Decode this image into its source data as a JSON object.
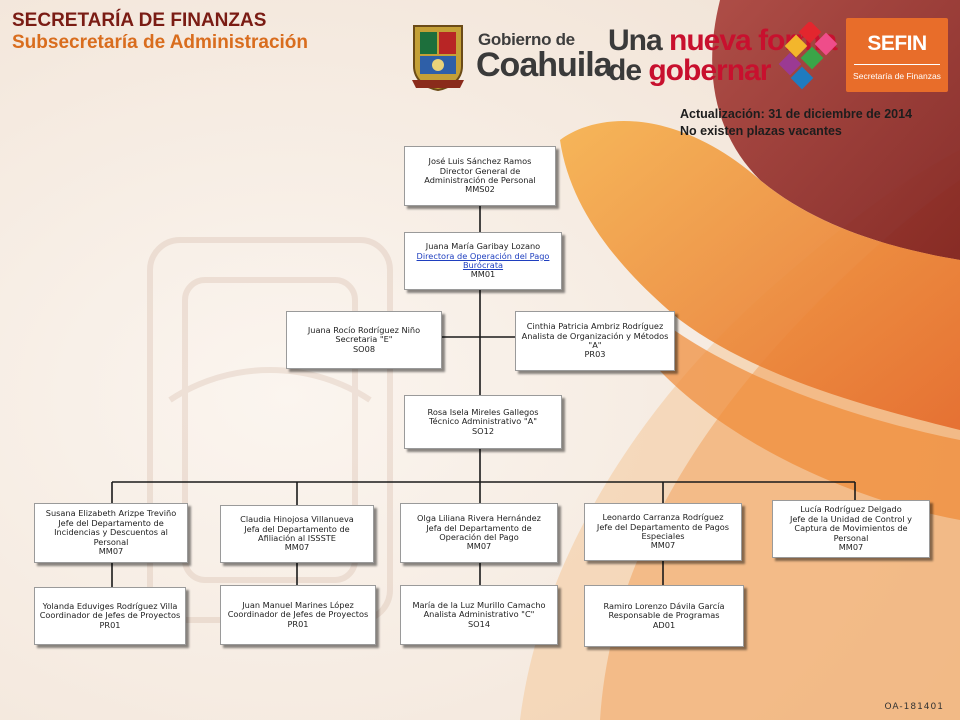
{
  "header": {
    "title": "SECRETARÍA DE FINANZAS",
    "subtitle": "Subsecretaría de Administración"
  },
  "logos": {
    "gobierno_small": "Gobierno de",
    "gobierno_big": "Coahuila",
    "slogan_part1": "Una",
    "slogan_part2": "nueva forma",
    "slogan_part3": "de",
    "slogan_part4": "gobernar",
    "sefin_title": "SEFIN",
    "sefin_subtitle": "Secretaría de Finanzas"
  },
  "notes": {
    "update": "Actualización: 31 de diciembre de 2014",
    "vacancies": "No existen plazas vacantes"
  },
  "nodes": {
    "director": {
      "name": "José Luis Sánchez Ramos",
      "title": "Director General de Administración de Personal",
      "code": "MMS02"
    },
    "directora_pago": {
      "name": "Juana María Garibay Lozano",
      "title": "Directora de Operación del Pago Burócrata",
      "code": "MM01"
    },
    "secretaria": {
      "name": "Juana Rocío Rodríguez Niño",
      "title": "Secretaria \"E\"",
      "code": "SO08"
    },
    "analista_org": {
      "name": "Cinthia Patricia Ambriz Rodríguez",
      "title": "Analista de Organización y Métodos \"A\"",
      "code": "PR03"
    },
    "tecnico": {
      "name": "Rosa Isela Mireles Gallegos",
      "title": "Técnico Administrativo \"A\"",
      "code": "SO12"
    },
    "jefa_incidencias": {
      "name": "Susana Elizabeth Arizpe Treviño",
      "title": "Jefe del Departamento de Incidencias y Descuentos al Personal",
      "code": "MM07"
    },
    "jefa_afiliacion": {
      "name": "Claudia Hinojosa Villanueva",
      "title": "Jefa del Departamento de Afiliación al ISSSTE",
      "code": "MM07"
    },
    "jefa_operacion": {
      "name": "Olga Liliana Rivera Hernández",
      "title": "Jefa del Departamento de Operación del Pago",
      "code": "MM07"
    },
    "jefe_pagos": {
      "name": "Leonardo Carranza Rodríguez",
      "title": "Jefe del Departamento de Pagos Especiales",
      "code": "MM07"
    },
    "jefa_control": {
      "name": "Lucía Rodríguez Delgado",
      "title": "Jefe de la Unidad de Control y Captura de Movimientos de Personal",
      "code": "MM07"
    },
    "coord_villa": {
      "name": "Yolanda Eduviges Rodríguez Villa",
      "title": "Coordinador de Jefes de Proyectos",
      "code": "PR01"
    },
    "coord_marines": {
      "name": "Juan Manuel Marines López",
      "title": "Coordinador de Jefes de Proyectos",
      "code": "PR01"
    },
    "analista_murillo": {
      "name": "María de la Luz Murillo Camacho",
      "title": "Analista Administrativo \"C\"",
      "code": "SO14"
    },
    "responsable": {
      "name": "Ramiro Lorenzo Dávila García",
      "title": "Responsable de Programas",
      "code": "AD01"
    }
  },
  "footer": {
    "code": "OA-181401"
  },
  "colors": {
    "title_dark": "#7a1c14",
    "title_orange": "#d96d1e",
    "sefin_orange": "#e86d2a",
    "link_blue": "#1f3fbf"
  }
}
